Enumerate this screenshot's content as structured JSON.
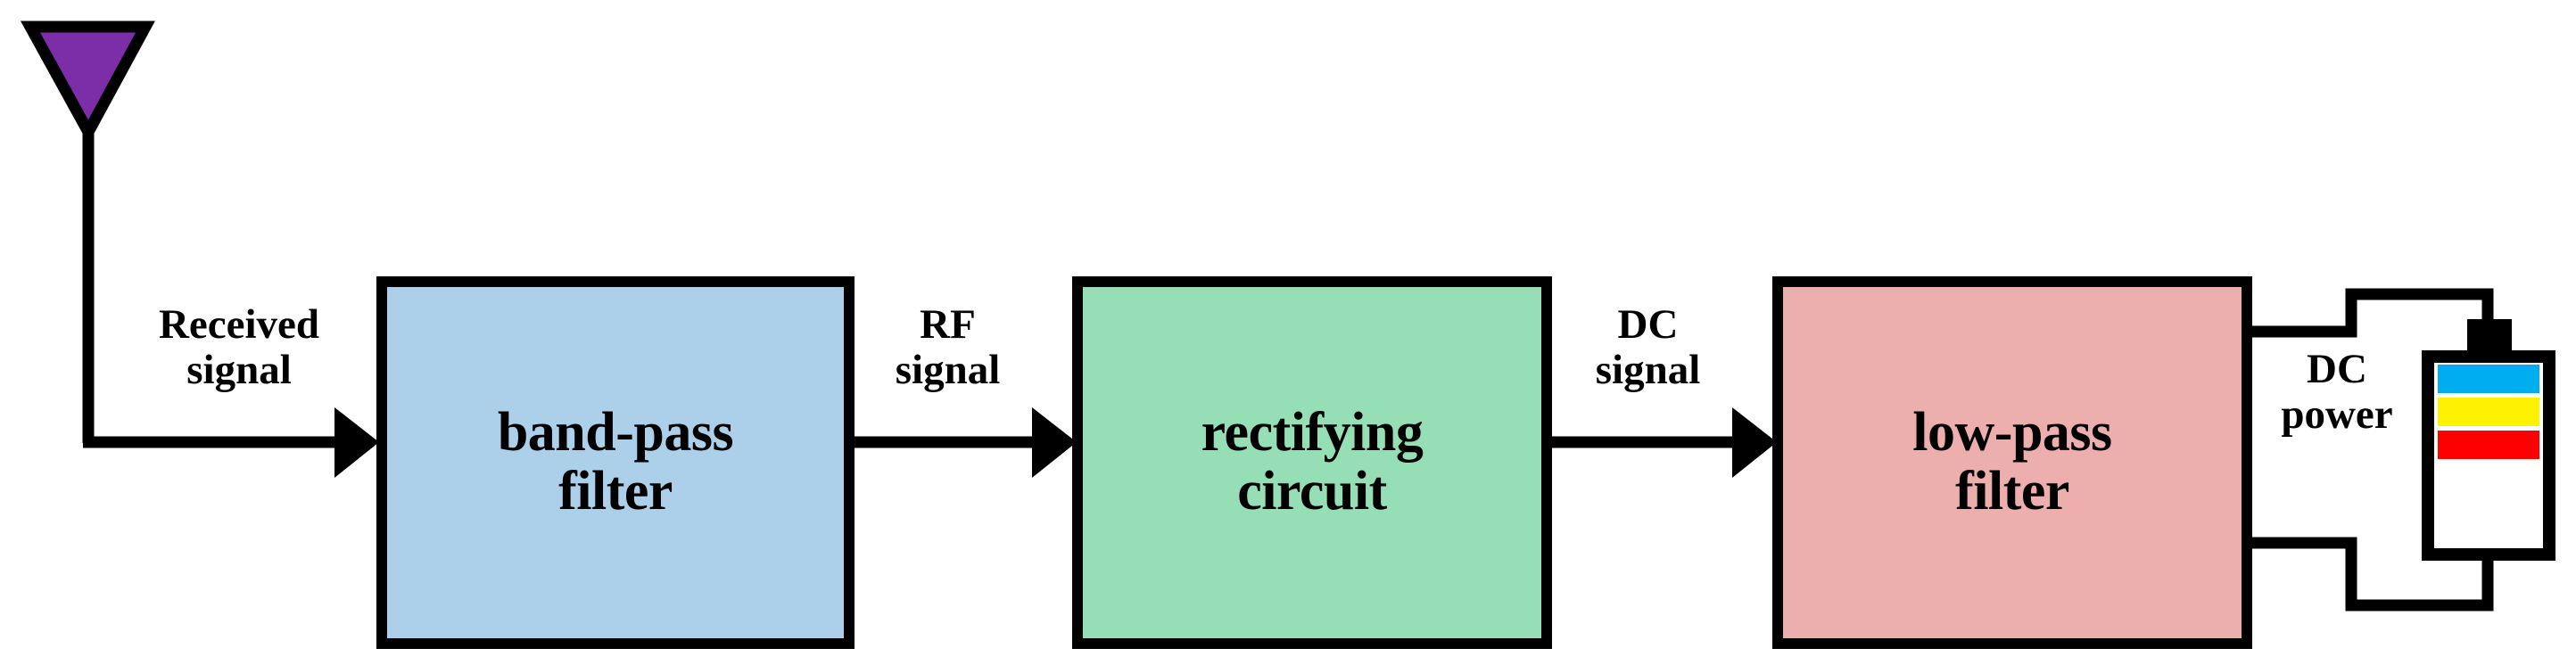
{
  "diagram": {
    "title": "RF energy harvesting rectenna block diagram",
    "type": "block-diagram",
    "background": "#ffffff",
    "stroke": "#000000",
    "stroke_width": 11
  },
  "antenna": {
    "name": "receiving-antenna",
    "shape": "inverted-triangle",
    "fill": "#7B2EA8",
    "outline": "#000000"
  },
  "blocks": [
    {
      "id": "band-pass-filter",
      "line1": "band-pass",
      "line2": "filter",
      "fill": "#ADD0EA",
      "outline": "#000000"
    },
    {
      "id": "rectifying-circuit",
      "line1": "rectifying",
      "line2": "circuit",
      "fill": "#96DFB6",
      "outline": "#000000"
    },
    {
      "id": "low-pass-filter",
      "line1": "low-pass",
      "line2": "filter",
      "fill": "#EDAFAE",
      "outline": "#000000"
    }
  ],
  "edge_labels": [
    {
      "id": "received-signal",
      "line1": "Received",
      "line2": "signal"
    },
    {
      "id": "rf-signal",
      "line1": "RF",
      "line2": "signal"
    },
    {
      "id": "dc-signal",
      "line1": "DC",
      "line2": "signal"
    },
    {
      "id": "dc-power",
      "line1": "DC",
      "line2": "power"
    }
  ],
  "battery": {
    "id": "battery",
    "outline": "#000000",
    "terminal_fill": "#000000",
    "bands": [
      {
        "name": "band-cyan",
        "color": "#00AEEF"
      },
      {
        "name": "band-yellow",
        "color": "#FFF200"
      },
      {
        "name": "band-red",
        "color": "#FF0000"
      },
      {
        "name": "band-empty",
        "color": "#FFFFFF"
      }
    ]
  },
  "connections": [
    {
      "id": "antenna-to-bandpass",
      "from": "antenna",
      "to": "band-pass-filter",
      "arrow": true,
      "label": "Received signal"
    },
    {
      "id": "bandpass-to-rectifier",
      "from": "band-pass-filter",
      "to": "rectifying-circuit",
      "arrow": true,
      "label": "RF signal"
    },
    {
      "id": "rectifier-to-lowpass",
      "from": "rectifying-circuit",
      "to": "low-pass-filter",
      "arrow": true,
      "label": "DC signal"
    },
    {
      "id": "lowpass-to-battery-top",
      "from": "low-pass-filter",
      "to": "battery",
      "arrow": false,
      "label": "DC power"
    },
    {
      "id": "lowpass-to-battery-bottom",
      "from": "low-pass-filter",
      "to": "battery",
      "arrow": false,
      "label": "DC power"
    }
  ]
}
